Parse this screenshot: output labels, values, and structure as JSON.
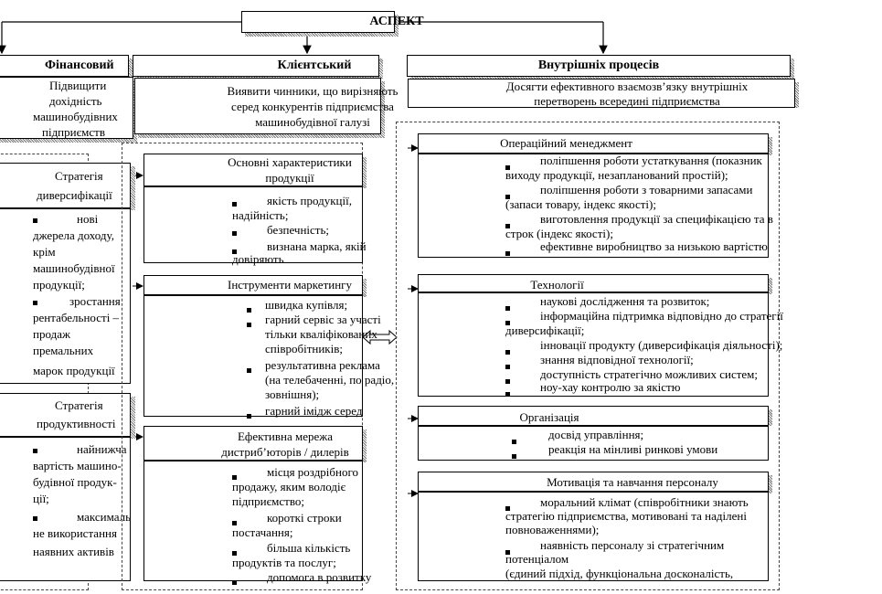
{
  "top": {
    "title": "АСПЕКТ"
  },
  "financial": {
    "header": "Фінансовий",
    "goal": [
      "Підвищити",
      "дохідність",
      "машинобудівних",
      "підприємств"
    ],
    "strategy1": {
      "title": [
        "Стратегія",
        "диверсифікації"
      ],
      "bullets": [
        "нові",
        "джерела доходу,",
        "крім",
        "машинобудівної",
        "продукції;",
        "зростання",
        "рентабельності –",
        "продаж",
        "премальних",
        "марок продукції"
      ]
    },
    "strategy2": {
      "title": [
        "Стратегія",
        "продуктивності"
      ],
      "bullets": [
        "найнижча",
        "вартість машино-",
        "будівної продук-",
        "ції;",
        "максималь",
        "не використання",
        "наявних активів"
      ]
    }
  },
  "client": {
    "header": "Клієнтський",
    "goal": [
      "Виявити чинники, що вирізняють",
      "серед конкурентів підприємства",
      "машинобудівної галузі"
    ],
    "block1": {
      "title": [
        "Основні характеристики",
        "продукції"
      ],
      "bullets": [
        "якість продукції,",
        "надійність;",
        "безпечність;",
        "визнана марка, якій",
        "довіряють"
      ]
    },
    "block2": {
      "title": "Інструменти маркетингу",
      "bullets": [
        "швидка купівля;",
        "гарний сервіс за участі",
        "тільки кваліфікованих",
        "співробітників;",
        "результативна реклама",
        "(на телебаченні, по радіо,",
        "зовнішня);",
        "гарний імідж серед"
      ]
    },
    "block3": {
      "title": [
        "Ефективна мережа",
        "дистриб’юторів / дилерів"
      ],
      "bullets": [
        "місця роздрібного",
        "продажу, яким володіє",
        "підприємство;",
        "короткі строки",
        "постачання;",
        "більша кількість",
        "продуктів та послуг;",
        "допомога в розвитку"
      ]
    }
  },
  "internal": {
    "header": "Внутрішніх процесів",
    "goal": [
      "Досягти ефективного взаємозв’язку внутрішніх",
      "перетворень всередині підприємства"
    ],
    "block1": {
      "title": "Операційний менеджмент",
      "bullets": [
        "поліпшення роботи устаткування (показник",
        "виходу продукції, незапланований простій);",
        "поліпшення роботи з товарними запасами",
        "(запаси товару, індекс якості);",
        "виготовлення продукції за специфікацією та в",
        "строк (індекс якості);",
        "ефективне виробництво за низькою вартістю"
      ]
    },
    "block2": {
      "title": "Технології",
      "bullets": [
        "наукові дослідження та розвиток;",
        "інформаційна підтримка відповідно до стратегії",
        "диверсифікації;",
        "інновації продукту (диверсифікація діяльності);",
        "знання відповідної технології;",
        "доступність стратегічно можливих систем;",
        "ноу-хау контролю за якістю"
      ]
    },
    "block3": {
      "title": "Організація",
      "bullets": [
        "досвід управління;",
        "реакція на мінливі ринкові умови"
      ]
    },
    "block4": {
      "title": "Мотивація та навчання персоналу",
      "bullets": [
        "моральний клімат (співробітники знають",
        "стратегію підприємства, мотивовані та наділені",
        "повноваженнями);",
        "наявність персоналу зі стратегічним",
        "потенціалом",
        "(єдиний підхід, функціональна досконалість,"
      ]
    }
  }
}
